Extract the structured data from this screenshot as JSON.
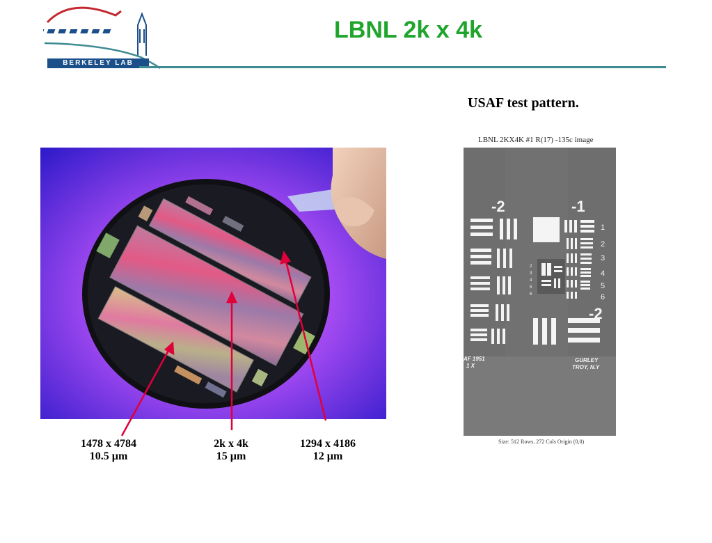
{
  "header": {
    "logo_text": "BERKELEY LAB",
    "title": "LBNL 2k x 4k"
  },
  "right_panel": {
    "title": "USAF test pattern.",
    "image_caption": "LBNL 2KX4K #1 R(17) -135c image",
    "image_size_caption": "Size: 512 Rows, 272 Cols  Origin (0,0)",
    "group_labels": [
      "-2",
      "-1",
      "-2"
    ],
    "element_numbers": [
      "1",
      "2",
      "3",
      "4",
      "5",
      "6"
    ],
    "inner_numbers": [
      "2",
      "3",
      "4",
      "5",
      "6"
    ],
    "plate_text_left": [
      "AF 1951",
      "1 X"
    ],
    "plate_text_right": [
      "GURLEY",
      "TROY, N.Y"
    ]
  },
  "captions": [
    {
      "line1": "1478 x 4784",
      "line2": "10.5 µm"
    },
    {
      "line1": "2k x 4k",
      "line2": "15 µm"
    },
    {
      "line1": "1294 x 4186",
      "line2": "12 µm"
    }
  ],
  "colors": {
    "title_green": "#1fa52b",
    "rule_teal": "#3f8b93",
    "arrow_red": "#e0003a",
    "logo_blue": "#1a4f8a",
    "logo_red": "#c4282f"
  }
}
